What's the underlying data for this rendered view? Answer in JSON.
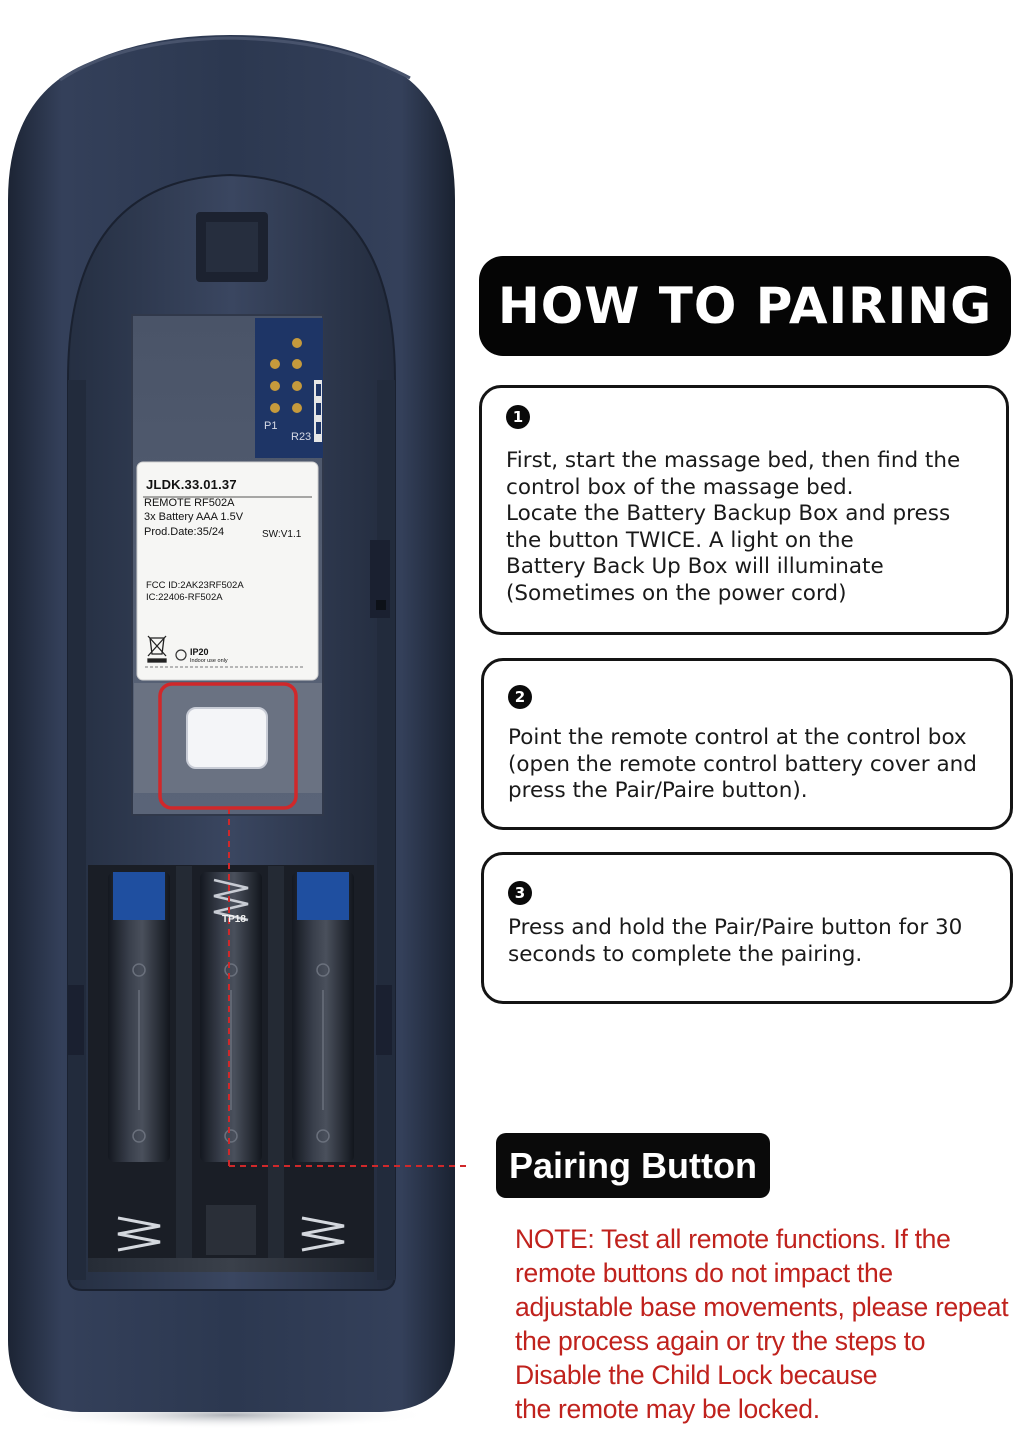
{
  "remote": {
    "label": {
      "model_code": "JLDK.33.01.37",
      "remote_line": "REMOTE  RF502A",
      "battery_line": "3x Battery AAA 1.5V",
      "prod_date": "Prod.Date:35/24",
      "sw_version": "SW:V1.1",
      "fcc_id": "FCC ID:2AK23RF502A",
      "ic_id": "IC:22406-RF502A",
      "ip_rating": "IP20",
      "indoor_text": "Indoor use only"
    },
    "pcb": {
      "p1": "P1",
      "r23": "R23",
      "tp18": "TP18"
    }
  },
  "title": "HOW TO PAIRING",
  "steps": [
    {
      "number": "1",
      "lines": [
        "First, start the massage bed, then find the",
        "control box of the massage bed.",
        "Locate the Battery Backup Box and press",
        "the button TWICE. A light on the",
        "Battery Back Up Box will illuminate",
        "(Sometimes on the power cord)"
      ]
    },
    {
      "number": "2",
      "lines": [
        "Point the remote control at the control box",
        "(open the remote control battery cover and",
        "press the Pair/Paire button)."
      ]
    },
    {
      "number": "3",
      "lines": [
        "Press and hold the Pair/Paire button for 30",
        "seconds to complete the pairing."
      ]
    }
  ],
  "pairing_button_label": "Pairing Button",
  "note_lines": [
    "NOTE: Test all remote functions. If the",
    "remote buttons do not impact the",
    "adjustable base movements, please repeat",
    "the process again or try the steps to",
    "Disable the Child Lock because",
    "the remote may be locked."
  ],
  "colors": {
    "remote_body": "#2f3a4e",
    "title_background": "#050505",
    "note_text": "#c0221d",
    "highlight_frame": "#d0282a"
  }
}
